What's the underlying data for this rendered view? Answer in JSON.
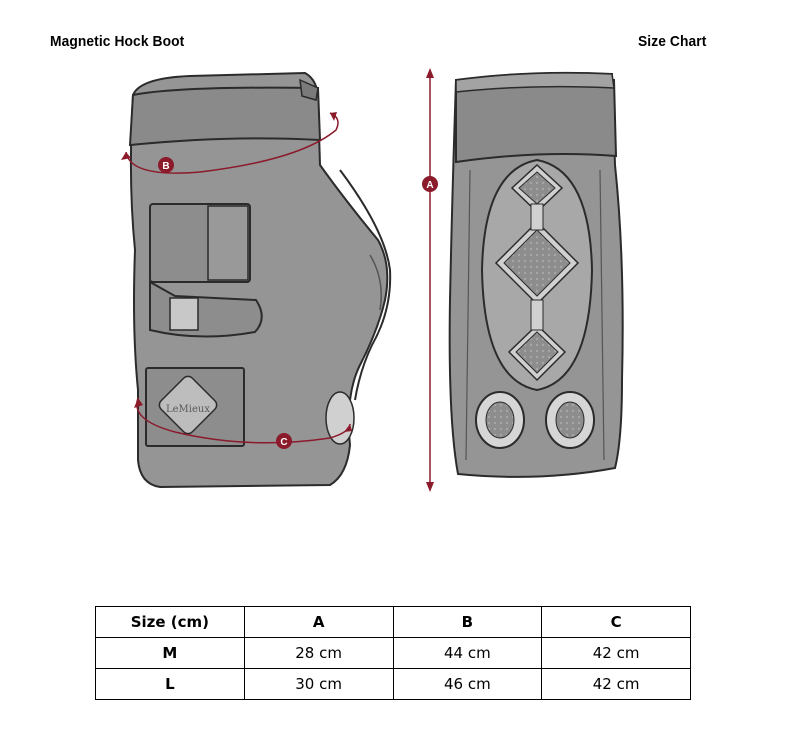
{
  "header": {
    "product_title": "Magnetic Hock Boot",
    "chart_title": "Size Chart"
  },
  "diagram": {
    "brand_label": "LeMieux",
    "markers": [
      "A",
      "B",
      "C"
    ],
    "accent_color": "#8b1a2b",
    "boot_fill": "#959595",
    "strap_fill": "#8a8a8a"
  },
  "size_table": {
    "headers": [
      "Size (cm)",
      "A",
      "B",
      "C"
    ],
    "rows": [
      [
        "M",
        "28 cm",
        "44 cm",
        "42 cm"
      ],
      [
        "L",
        "30 cm",
        "46 cm",
        "42 cm"
      ]
    ]
  }
}
